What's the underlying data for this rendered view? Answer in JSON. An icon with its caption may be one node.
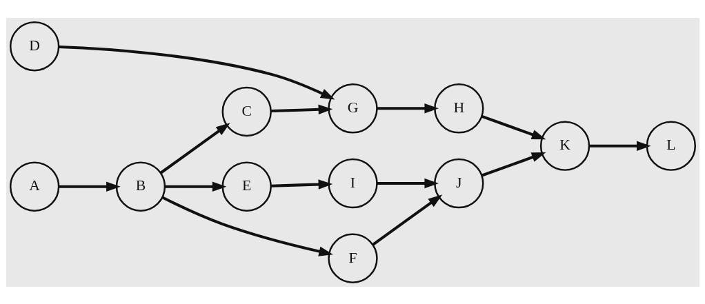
{
  "diagram": {
    "nodes": [
      {
        "text": [
          "A"
        ]
      },
      {
        "text": [
          "B"
        ]
      },
      {
        "text": [
          "C"
        ]
      },
      {
        "text": [
          "D"
        ]
      },
      {
        "text": [
          "E"
        ]
      },
      {
        "text": [
          "F"
        ]
      },
      {
        "text": [
          "G"
        ]
      },
      {
        "text": [
          "H"
        ]
      },
      {
        "text": [
          "I"
        ]
      },
      {
        "text": [
          "J"
        ]
      },
      {
        "text": [
          "K"
        ]
      },
      {
        "text": [
          "L"
        ]
      }
    ],
    "edges": [
      {
        "from": 3,
        "to": 6,
        "arrow": "to"
      },
      {
        "from": 0,
        "to": 1,
        "arrow": "to"
      },
      {
        "from": 1,
        "to": 2,
        "arrow": "to"
      },
      {
        "from": 1,
        "to": 4,
        "arrow": "to"
      },
      {
        "from": 1,
        "to": 5,
        "arrow": "to"
      },
      {
        "from": 2,
        "to": 6,
        "arrow": "to"
      },
      {
        "from": 6,
        "to": 7,
        "arrow": "to"
      },
      {
        "from": 4,
        "to": 8,
        "arrow": "to"
      },
      {
        "from": 7,
        "to": 10,
        "arrow": "to"
      },
      {
        "from": 8,
        "to": 9,
        "arrow": "to"
      },
      {
        "from": 5,
        "to": 9,
        "arrow": "to"
      },
      {
        "from": 9,
        "to": 10,
        "arrow": "to"
      },
      {
        "from": 10,
        "to": 11,
        "arrow": "to"
      }
    ]
  }
}
